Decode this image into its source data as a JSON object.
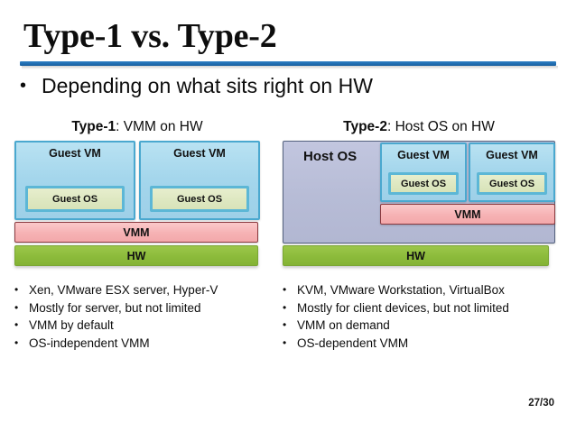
{
  "slide": {
    "title": "Type-1 vs. Type-2",
    "lead_bullet": "Depending on what sits right on HW",
    "bullet_glyph": "•",
    "page_number": "27/30"
  },
  "columns": {
    "left": {
      "subtitle_strong": "Type-1",
      "subtitle_rest": ": VMM on HW",
      "diagram": {
        "guest_vm_1": "Guest VM",
        "guest_os_1": "Guest OS",
        "guest_vm_2": "Guest VM",
        "guest_os_2": "Guest OS",
        "vmm": "VMM",
        "hw": "HW"
      },
      "bullets": [
        "Xen, VMware ESX server, Hyper-V",
        "Mostly for server, but not limited",
        "VMM by default",
        "OS-independent VMM"
      ]
    },
    "right": {
      "subtitle_strong": "Type-2",
      "subtitle_rest": ": Host OS on HW",
      "diagram": {
        "host_os": "Host OS",
        "guest_vm_1": "Guest VM",
        "guest_os_1": "Guest OS",
        "guest_vm_2": "Guest VM",
        "guest_os_2": "Guest OS",
        "vmm": "VMM",
        "hw": "HW"
      },
      "bullets": [
        "KVM, VMware Workstation, VirtualBox",
        "Mostly for client devices, but not limited",
        "VMM on demand",
        "OS-dependent VMM"
      ]
    }
  },
  "colors": {
    "title_rule": "#1f6cb0",
    "guest_vm_fill": "#a4d6ec",
    "guest_vm_border": "#4aa8cf",
    "guest_os_fill": "#dde7c0",
    "guest_os_border": "#5cb7d6",
    "vmm_fill": "#f6b2b4",
    "vmm_border": "#8a3a3f",
    "hw_fill": "#8cbb3b",
    "host_os_fill": "#b7bcd6",
    "host_os_border": "#54627e",
    "text": "#0d0d0d",
    "background": "#ffffff"
  }
}
